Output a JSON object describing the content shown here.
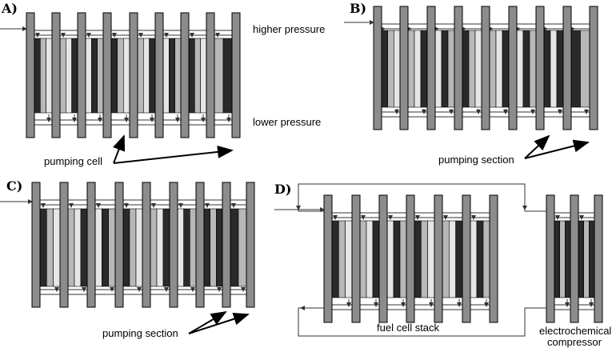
{
  "panels": {
    "A": {
      "label": "A)",
      "annotations": {
        "higher": "higher pressure",
        "lower": "lower pressure",
        "cell": "pumping cell"
      }
    },
    "B": {
      "label": "B)",
      "annotations": {
        "section": "pumping section"
      }
    },
    "C": {
      "label": "C)",
      "annotations": {
        "section": "pumping section"
      }
    },
    "D": {
      "label": "D)",
      "annotations": {
        "stack": "fuel cell stack",
        "compressor_line1": "electrochemical",
        "compressor_line2": "compressor"
      }
    }
  },
  "colors": {
    "plate": "#8c8c8c",
    "membrane_dark": "#2a2a2a",
    "gdl_mid": "#b8b8b8",
    "gdl_light": "#e6e6e6",
    "flow_line": "#333333"
  }
}
